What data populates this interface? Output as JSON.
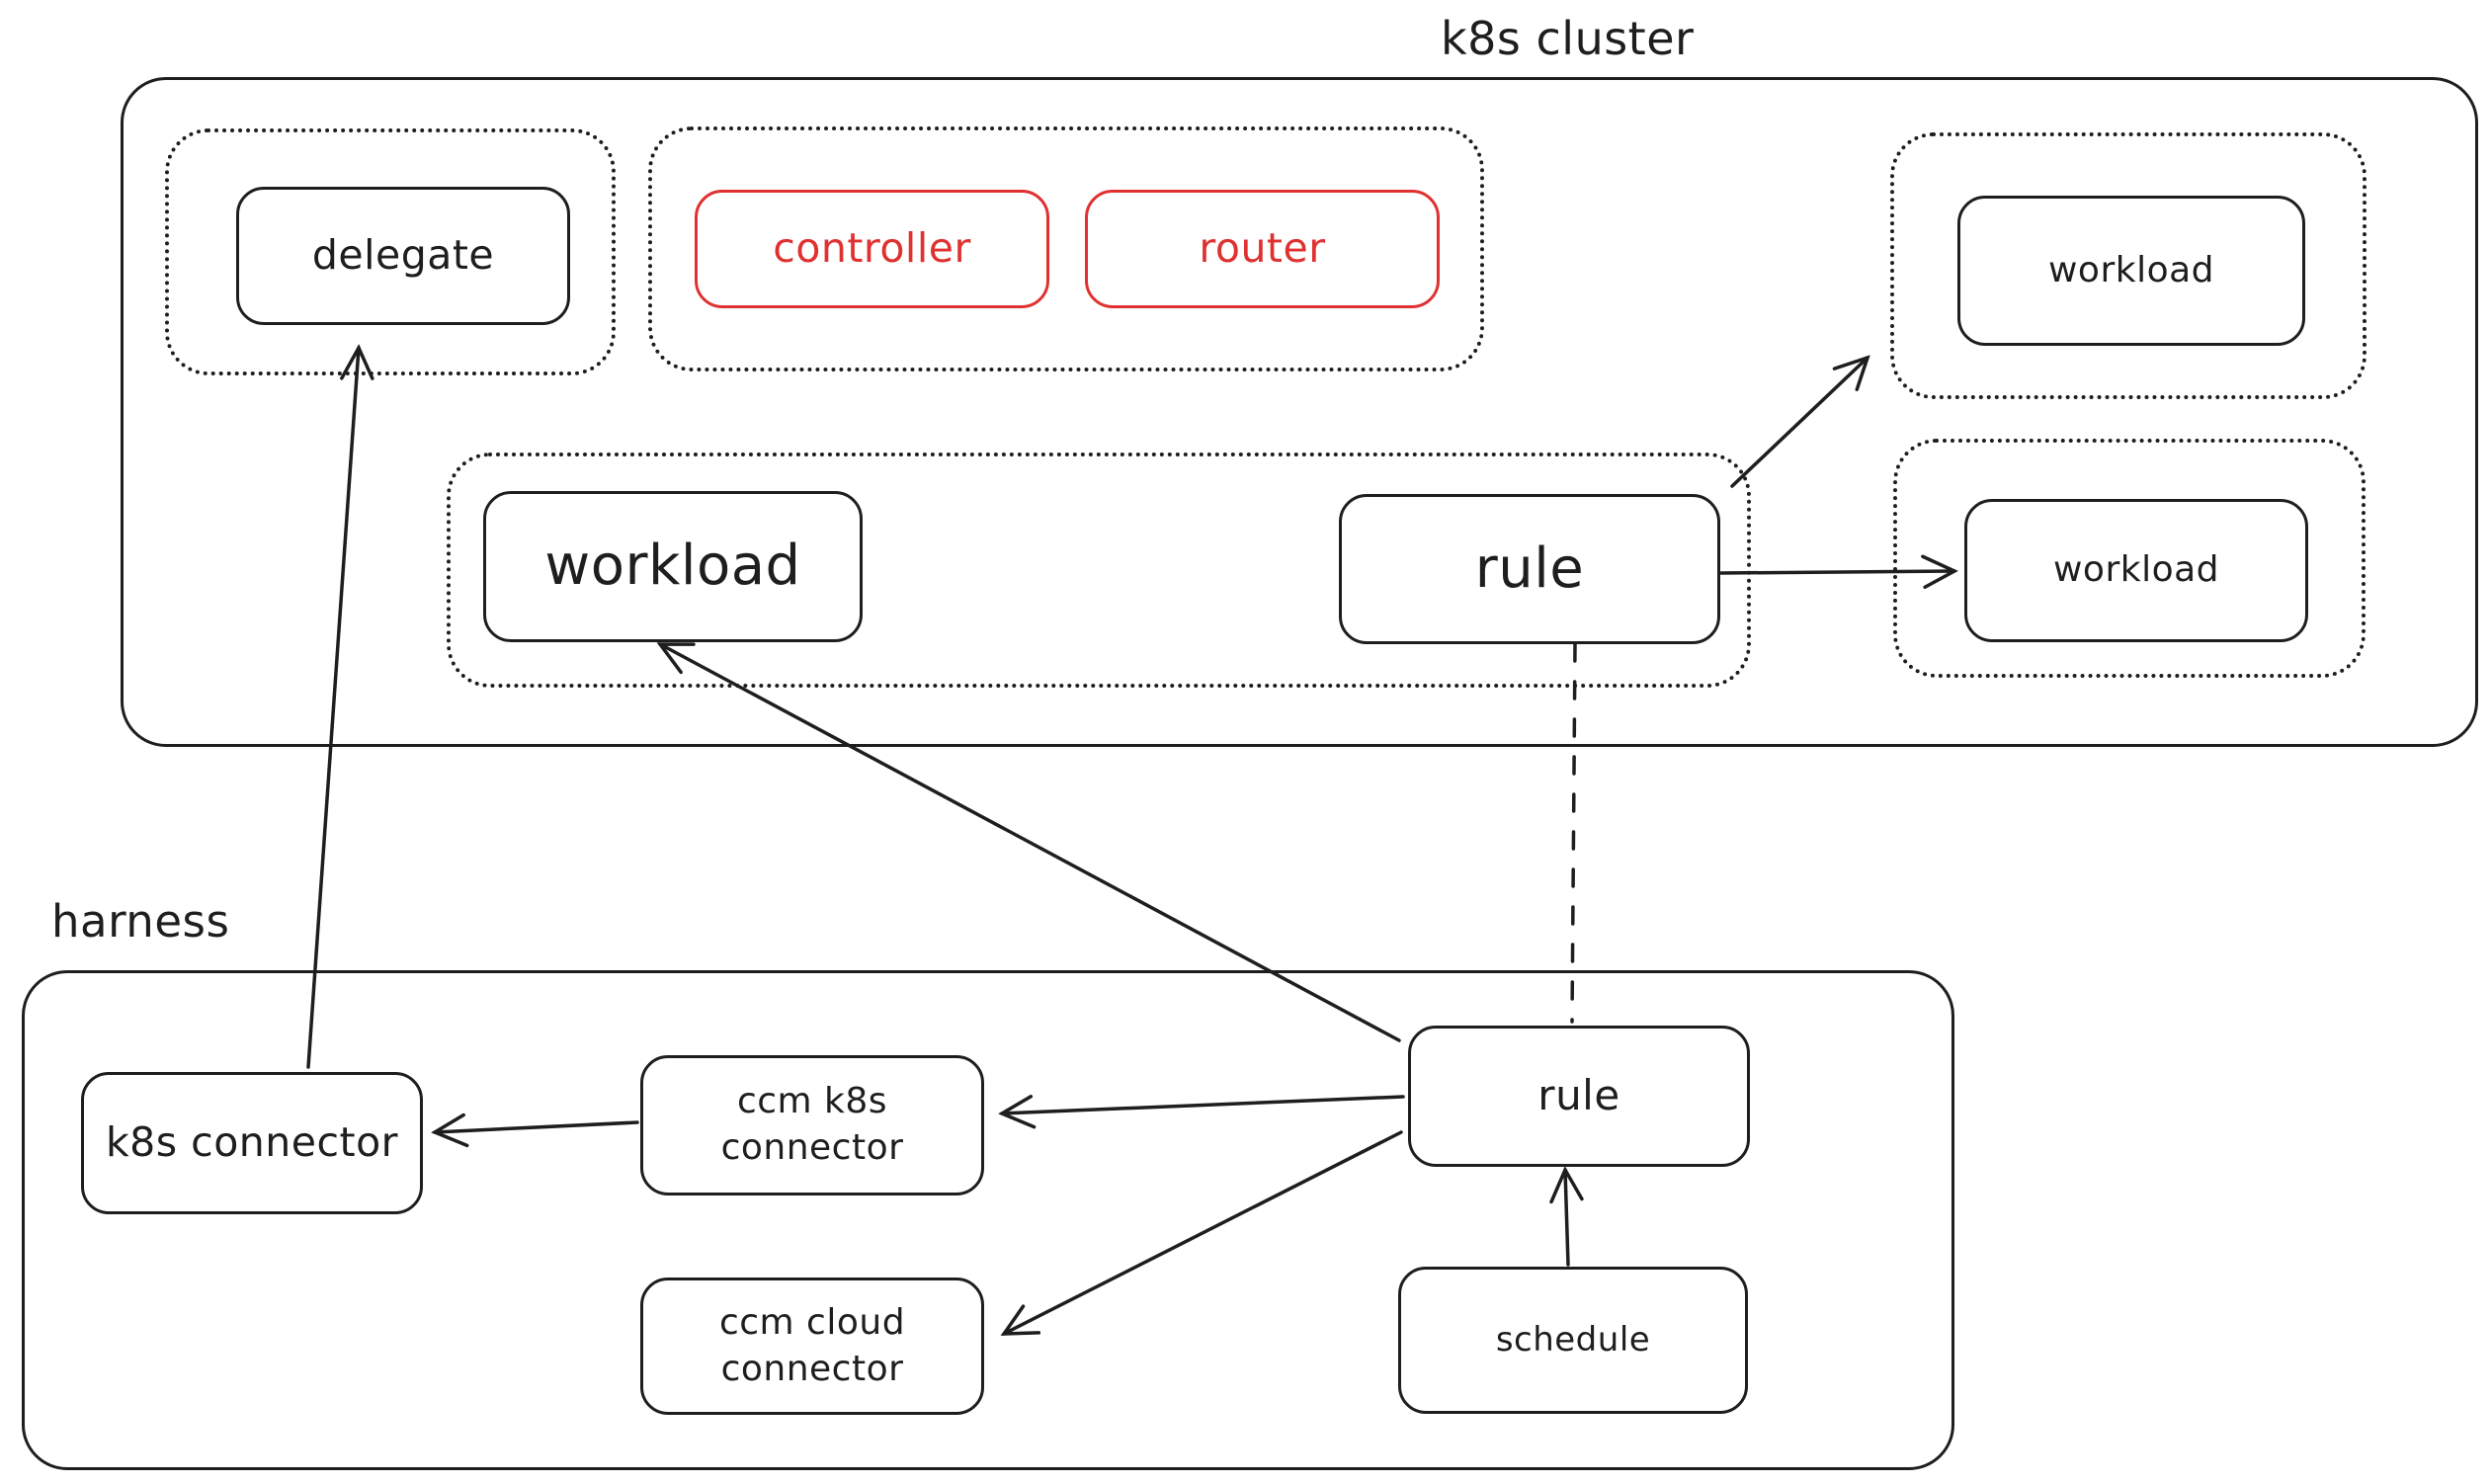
{
  "colors": {
    "ink": "#1e1e1e",
    "red": "#e03131",
    "background": "#ffffff"
  },
  "k8s_cluster": {
    "title": "k8s cluster",
    "delegate_group": {
      "delegate_label": "delegate"
    },
    "control_group": {
      "controller_label": "controller",
      "router_label": "router"
    },
    "workload_rule_group": {
      "workload_label": "workload",
      "rule_label": "rule"
    },
    "workload_group_top_right": {
      "workload_label": "workload"
    },
    "workload_group_right": {
      "workload_label": "workload"
    }
  },
  "harness": {
    "title": "harness",
    "k8s_connector_label": "k8s connector",
    "ccm_k8s_connector": {
      "line1": "ccm k8s",
      "line2": "connector"
    },
    "ccm_cloud_connector": {
      "line1": "ccm cloud",
      "line2": "connector"
    },
    "rule_label": "rule",
    "schedule_label": "schedule"
  },
  "edges": [
    {
      "id": "k8s-connector-to-delegate-group",
      "from": "k8s connector",
      "to": "delegate group",
      "style": "solid",
      "arrowhead": true
    },
    {
      "id": "harness-rule-to-workload",
      "from": "rule (harness)",
      "to": "workload (k8s cluster)",
      "style": "solid",
      "arrowhead": true
    },
    {
      "id": "cluster-rule-to-top-workload-group",
      "from": "rule (k8s cluster)",
      "to": "workload group (top right)",
      "style": "solid",
      "arrowhead": true
    },
    {
      "id": "cluster-rule-to-right-workload",
      "from": "rule (k8s cluster)",
      "to": "workload (right)",
      "style": "solid",
      "arrowhead": true
    },
    {
      "id": "cluster-rule-to-harness-rule",
      "from": "rule (k8s cluster)",
      "to": "rule (harness)",
      "style": "dashed",
      "arrowhead": false
    },
    {
      "id": "harness-rule-to-ccm-k8s-connector",
      "from": "rule (harness)",
      "to": "ccm k8s connector",
      "style": "solid",
      "arrowhead": true
    },
    {
      "id": "harness-rule-to-ccm-cloud-connector",
      "from": "rule (harness)",
      "to": "ccm cloud connector",
      "style": "solid",
      "arrowhead": true
    },
    {
      "id": "schedule-to-harness-rule",
      "from": "schedule",
      "to": "rule (harness)",
      "style": "solid",
      "arrowhead": true
    },
    {
      "id": "ccm-k8s-connector-to-k8s-connector",
      "from": "ccm k8s connector",
      "to": "k8s connector",
      "style": "solid",
      "arrowhead": true
    }
  ]
}
